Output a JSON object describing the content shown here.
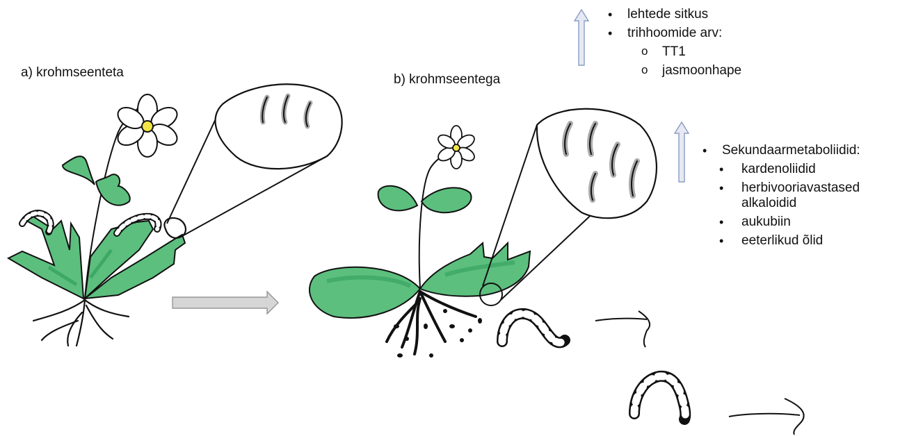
{
  "labels": {
    "a": "a) krohmseenteta",
    "b": "b) krohmseentega"
  },
  "top_list": {
    "items": [
      "lehtede sitkus",
      "trihhoomide arv:"
    ],
    "subitems": [
      "TT1",
      "jasmoonhape"
    ]
  },
  "right_list": {
    "heading": "Sekundaarmetaboliidid:",
    "items": [
      "kardenoliidid",
      "herbivooriavastased",
      "alkaloidid",
      "aukubiin",
      "eeterlikud õlid"
    ]
  },
  "colors": {
    "leaf": "#5cbf7e",
    "leaf_dark": "#2a9a55",
    "arrow_gray": "#d6d6d6",
    "arrow_blue_fill": "#e6e9f2",
    "arrow_blue_stroke": "#8a9cc4",
    "flower_center": "#f2e646",
    "trichome": "#aaaaaa"
  }
}
